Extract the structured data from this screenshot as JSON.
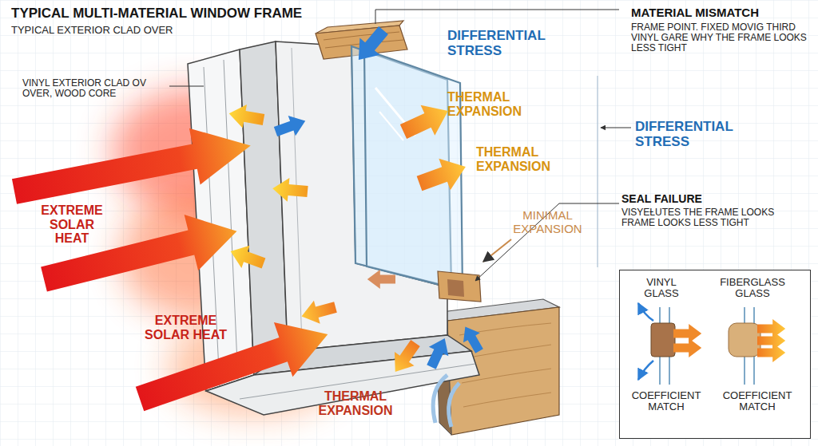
{
  "diagram": {
    "title": "TYPICAL MULTI-MATERIAL WINDOW FRAME",
    "nodes": [
      {
        "text": [
          "VINYL GLASS",
          "FIBERGLASS GLASS",
          "COEFFICIENT MATCH",
          "COEFFICIENT MATCH"
        ]
      }
    ],
    "labels": [
      "TYPICAL EXTERIOR CLAD OVER",
      "VINYL EXTERIOR CLAD OV OVER, WOOD CORE",
      "DIFFERENTIAL STRESS",
      "MATERIAL MISMATCH",
      "FRAME POINT. FIXED MOVIG THIRD VINYL GARE WHY THE FRAME LOOKS LESS TIGHT",
      "THERMAL EXPANSION",
      "THERMAL EXPANSION",
      "DIFFERENTIAL STRESS",
      "EXTREME SOLAR HEAT",
      "MINIMAL EXPANSION",
      "SEAL FAILURE",
      "VISYEȽUTES THE FRAME LOOKS FRAME LOOKS LESS TIGHT",
      "EXTREME SOLAR HEAT",
      "THERMAL EXPANSION"
    ]
  }
}
